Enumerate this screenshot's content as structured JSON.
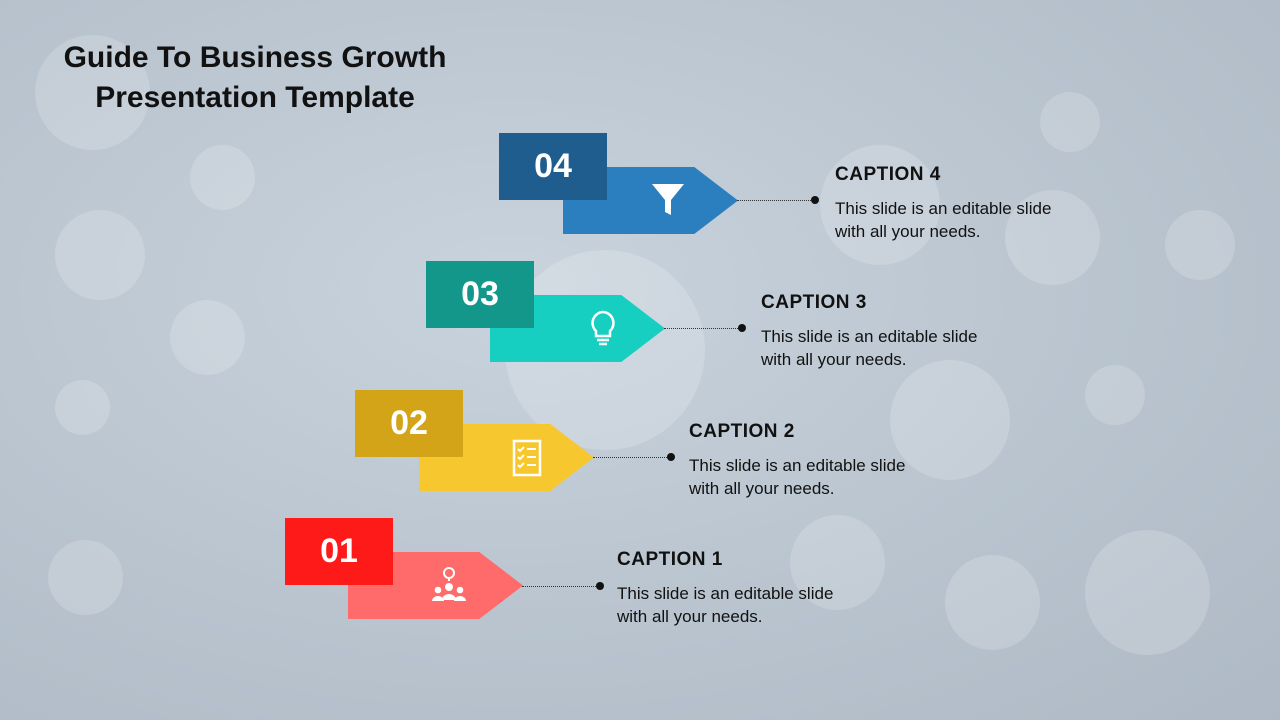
{
  "title": {
    "line1": "Guide To Business Growth",
    "line2": "Presentation Template"
  },
  "steps": [
    {
      "number": "01",
      "caption": "CAPTION  1",
      "text_line1": "This slide is an editable slide",
      "text_line2": "with all your needs.",
      "icon": "team-idea-icon",
      "colors": {
        "box": "#ff1a1a",
        "arrow": "#ff6b6b",
        "fold": "#b10000"
      }
    },
    {
      "number": "02",
      "caption": "CAPTION  2",
      "text_line1": "This slide is an editable slide",
      "text_line2": "with all your needs.",
      "icon": "checklist-icon",
      "colors": {
        "box": "#d4a418",
        "arrow": "#f7c72f",
        "fold": "#8c6a00"
      }
    },
    {
      "number": "03",
      "caption": "CAPTION  3",
      "text_line1": "This slide is an editable slide",
      "text_line2": "with all your needs.",
      "icon": "lightbulb-icon",
      "colors": {
        "box": "#13978a",
        "arrow": "#17cfc0",
        "fold": "#0a6b61"
      }
    },
    {
      "number": "04",
      "caption": "CAPTION  4",
      "text_line1": "This slide is an editable slide",
      "text_line2": "with all your needs.",
      "icon": "funnel-icon",
      "colors": {
        "box": "#1f5d8e",
        "arrow": "#2c7fbf",
        "fold": "#133b5c"
      }
    }
  ]
}
